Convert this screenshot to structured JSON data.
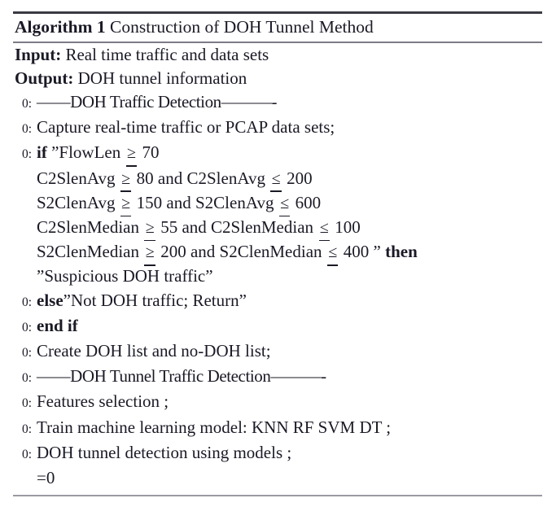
{
  "algorithm": {
    "label": "Algorithm 1",
    "name": "Construction of DOH Tunnel Method",
    "io": [
      {
        "key": "Input:",
        "value": "Real time traffic and data sets"
      },
      {
        "key": "Output:",
        "value": "DOH tunnel information"
      }
    ],
    "line_number": "0:",
    "lines": [
      {
        "no": "0:",
        "type": "comment",
        "text": "——DOH Traffic Detection———-"
      },
      {
        "no": "0:",
        "type": "plain",
        "text": "Capture real-time traffic or PCAP data sets;"
      },
      {
        "no": "0:",
        "type": "if",
        "keyword": "if",
        "text": "”FlowLen",
        "operator": "≥",
        "operand": "70"
      },
      {
        "no": "",
        "type": "condition",
        "lhs": "C2SlenAvg",
        "op1": "≥",
        "val1": "80",
        "conj": "and",
        "rhs": "C2SlenAvg",
        "op2": "≤",
        "val2": "200"
      },
      {
        "no": "",
        "type": "condition",
        "lhs": "S2ClenAvg",
        "op1": "≥",
        "val1": "150",
        "conj": "and",
        "rhs": "S2ClenAvg",
        "op2": "≤",
        "val2": "600"
      },
      {
        "no": "",
        "type": "condition",
        "lhs": "C2SlenMedian",
        "op1": "≥",
        "val1": "55",
        "conj": "and",
        "rhs": "C2SlenMedian",
        "op2": "≤",
        "val2": "100"
      },
      {
        "no": "",
        "type": "condition-then",
        "lhs": "S2ClenMedian",
        "op1": "≥",
        "val1": "200",
        "conj": "and",
        "rhs": "S2ClenMedian",
        "op2": "≤",
        "val2": "400",
        "closequote": "”",
        "keyword": "then"
      },
      {
        "no": "",
        "type": "plain-cont",
        "text": "”Suspicious DOH traffic”"
      },
      {
        "no": "0:",
        "type": "else",
        "keyword": "else",
        "text": "”Not DOH traffic; Return”"
      },
      {
        "no": "0:",
        "type": "endif",
        "keyword": "end if"
      },
      {
        "no": "0:",
        "type": "plain",
        "text": "Create DOH list and no-DOH list;"
      },
      {
        "no": "0:",
        "type": "comment",
        "text": "——DOH Tunnel Traffic Detection———-"
      },
      {
        "no": "0:",
        "type": "plain",
        "text": "Features selection ;"
      },
      {
        "no": "0:",
        "type": "plain",
        "text": "Train machine learning model: KNN RF SVM DT ;"
      },
      {
        "no": "0:",
        "type": "plain",
        "text": "DOH tunnel detection using models ;"
      },
      {
        "no": "",
        "type": "plain-cont",
        "text": "=0"
      }
    ]
  },
  "colors": {
    "text": "#1a1a26",
    "rule_top": "#3a3a44",
    "rule_mid": "#7c7c86",
    "rule_bottom": "#9a9aa2",
    "background": "#ffffff"
  }
}
